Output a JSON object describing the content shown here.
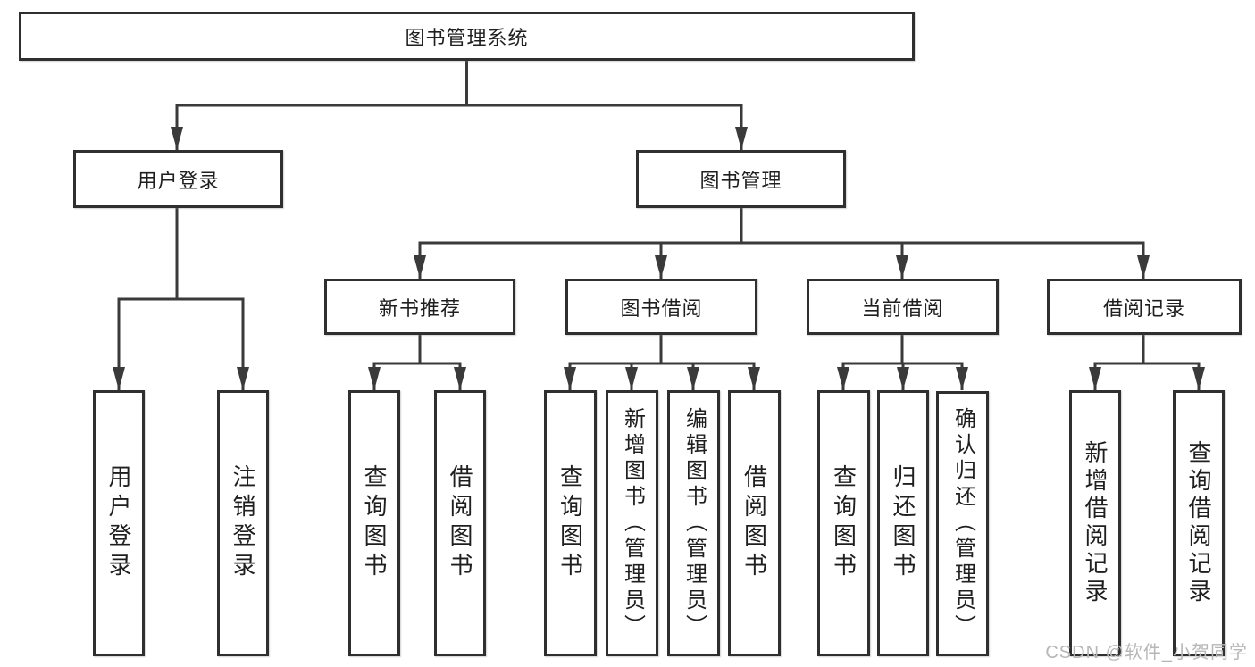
{
  "tree": {
    "label": "图书管理系统",
    "children": [
      {
        "label": "用户登录",
        "children": [
          {
            "label": "用户登录"
          },
          {
            "label": "注销登录"
          }
        ]
      },
      {
        "label": "图书管理",
        "children": [
          {
            "label": "新书推荐",
            "children": [
              {
                "label": "查询图书"
              },
              {
                "label": "借阅图书"
              }
            ]
          },
          {
            "label": "图书借阅",
            "children": [
              {
                "label": "查询图书"
              },
              {
                "label": "新增图书（管理员）"
              },
              {
                "label": "编辑图书（管理员）"
              },
              {
                "label": "借阅图书"
              }
            ]
          },
          {
            "label": "当前借阅",
            "children": [
              {
                "label": "查询图书"
              },
              {
                "label": "归还图书"
              },
              {
                "label": "确认归还（管理员）"
              }
            ]
          },
          {
            "label": "借阅记录",
            "children": [
              {
                "label": "新增借阅记录"
              },
              {
                "label": "查询借阅记录"
              }
            ]
          }
        ]
      }
    ]
  },
  "watermark": {
    "text": "CSDN @软件_小贺同学"
  },
  "colors": {
    "line": "#3a3a3a",
    "box_border": "#2f2f2f",
    "text": "#1f1f1f",
    "watermark": "#b7b7b7",
    "background": "#ffffff"
  }
}
